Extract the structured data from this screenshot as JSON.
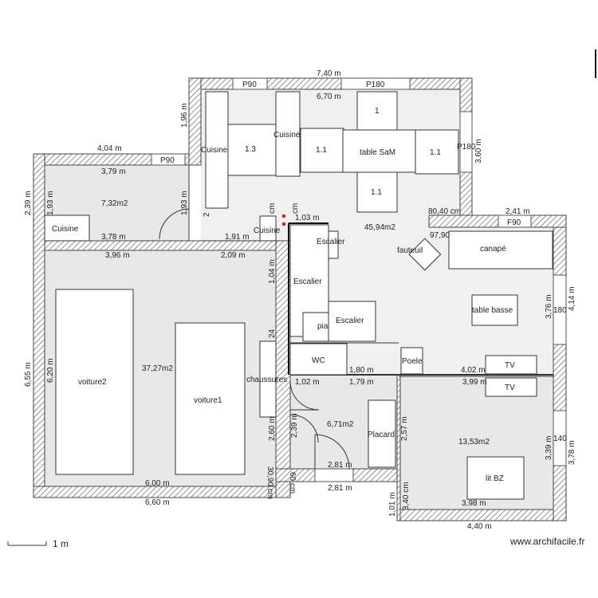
{
  "dimensions": {
    "top_total": "7,40 m",
    "top_inner": "6,70 m",
    "left_wing_outer": "4,04 m",
    "left_wing_inner": "3,79 m",
    "left_height_outer": "2,39 m",
    "left_height_inner": "1,93 m",
    "cuisine_left_vert": "1,93 m",
    "kitchen_vert": "1,96 m",
    "garage_top_a": "3,78 m",
    "garage_top_b": "3,96 m",
    "mid_191": "1,91 m",
    "mid_209": "2,09 m",
    "mid_103": "1,03 m",
    "mid_104": "1,04 m",
    "garage_height_outer": "6,55 m",
    "garage_height_inner": "6,20 m",
    "garage_bottom_inner": "6,00 m",
    "garage_bottom_outer": "6,60 m",
    "right_top_241": "2,41 m",
    "right_260": "3,60 m",
    "right_376": "3,76 m",
    "right_414": "4,14 m",
    "cm_8040": "80,40 cm",
    "cm_9790": "97,90",
    "wc_102": "1,02 m",
    "wc_180": "1,80 m",
    "wc_179": "1,79 m",
    "bed_402": "4,02 m",
    "bed_399": "3,99 m",
    "bath_239": "2,39 m",
    "bath_257": "2,57 m",
    "bath_260": "2,60 m",
    "bath_281a": "2,81 m",
    "bath_281b": "2,81 m",
    "bed_339": "3,39 m",
    "bed_378": "3,78 m",
    "bed_398": "3,98 m",
    "bed_440": "4,40 m",
    "bed_101": "1,01 m",
    "bed_340": "3,40 cm",
    "v_3090": "30,90 cm",
    "v_60": "60 cm",
    "v_24": "24",
    "cm_a": "cm",
    "cm_b": "cm",
    "v_2": "2",
    "v_2b": "2"
  },
  "openings": {
    "p90_top": "P90",
    "p180_top": "P180",
    "p90_left": "P90",
    "p180_right": "P180",
    "f90": "F90",
    "right_180": "180",
    "right_140": "140"
  },
  "furniture": {
    "cuisine_a": "Cuisine",
    "cuisine_b": "Cuisine",
    "cuisine_c": "Cuisine",
    "cuisine_d": "Cuisine",
    "t13": "1.3",
    "t11a": "1.1",
    "t11b": "1.1",
    "t11c": "1.1",
    "t1": "1",
    "table_sam": "table SaM",
    "escalier_a": "Escalier",
    "escalier_b": "Escalier",
    "escalier_c": "Escalier",
    "fauteuil": "fauteuil",
    "canape": "canapé",
    "table_basse": "table basse",
    "pia": "pia",
    "wc": "WC",
    "poele": "Poele",
    "tv_a": "TV",
    "tv_b": "TV",
    "chaussures": "chaussures",
    "placard": "Placard",
    "voiture1": "voiture1",
    "voiture2": "voiture2",
    "lit_bz": "lit BZ"
  },
  "areas": {
    "kitchen_small": "7,32m2",
    "main_room": "45,94m2",
    "garage": "37,27m2",
    "bath": "6,71m2",
    "bedroom": "13,53m2"
  },
  "scale_label": "1 m",
  "watermark": "www.archifacile.fr"
}
